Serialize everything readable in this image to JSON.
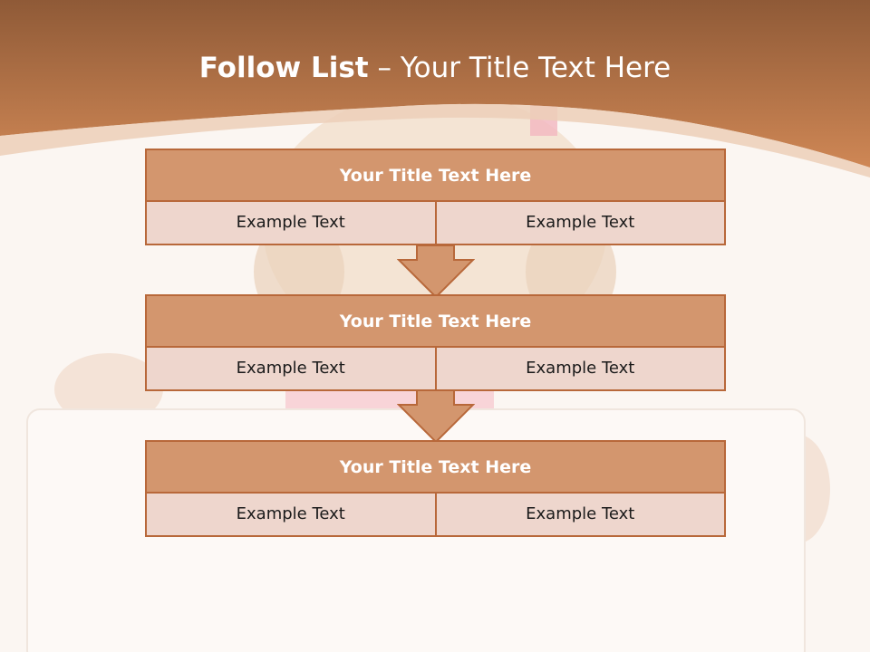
{
  "slide": {
    "title_bold": "Follow List",
    "title_rest": "– Your Title Text Here"
  },
  "blocks": [
    {
      "title": "Your Title Text Here",
      "left": "Example Text",
      "right": "Example Text"
    },
    {
      "title": "Your Title Text Here",
      "left": "Example Text",
      "right": "Example Text"
    },
    {
      "title": "Your Title Text Here",
      "left": "Example Text",
      "right": "Example Text"
    }
  ],
  "colors": {
    "header_brown": "#c9814f",
    "block_title_fill": "#d3966e",
    "cell_fill": "#eed6cd",
    "border": "#b8683a",
    "arrow_fill": "#d3966e"
  }
}
